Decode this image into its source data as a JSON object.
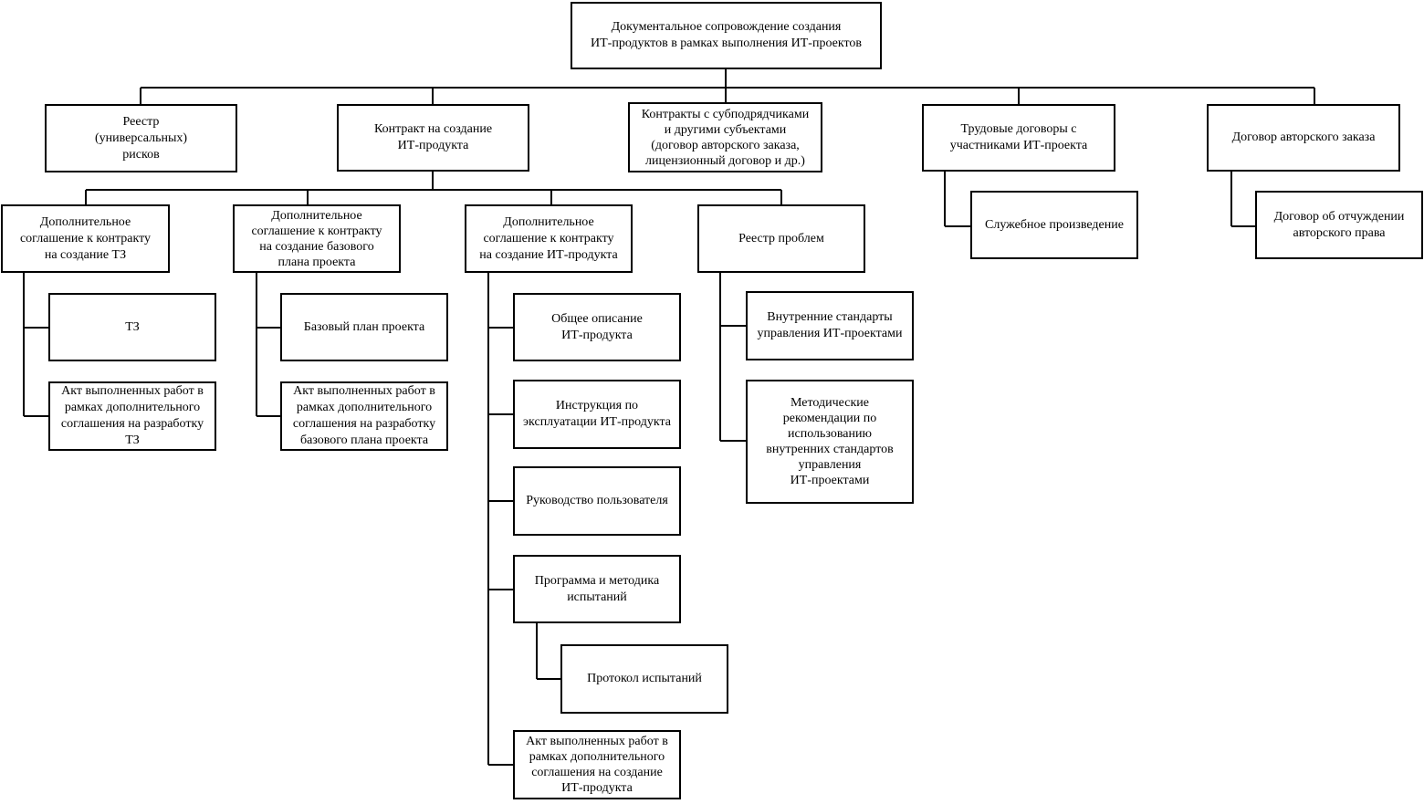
{
  "diagram": {
    "type": "hierarchy",
    "root": "Документальное сопровождение создания\nИТ-продуктов в рамках выполнения ИТ-проектов",
    "level1": {
      "risk_registry": "Реестр\n(универсальных)\nрисков",
      "contract": "Контракт на создание\nИТ-продукта",
      "subcontracts": "Контракты с субподрядчиками\nи другими субъектами\n(договор авторского заказа,\nлицензионный договор и др.)",
      "labor": "Трудовые договоры с\nучастниками ИТ-проекта",
      "author_order": "Договор авторского заказа"
    },
    "level2": {
      "add_tz": "Дополнительное\nсоглашение к контракту\nна создание ТЗ",
      "add_baseline": "Дополнительное\nсоглашение к контракту\nна создание базового\nплана проекта",
      "add_product": "Дополнительное\nсоглашение к контракту\nна создание ИТ-продукта",
      "issues": "Реестр проблем",
      "service_work": "Служебное произведение",
      "alienation": "Договор об отчуждении\nавторского права"
    },
    "level3": {
      "tz": "ТЗ",
      "act_tz": "Акт выполненных работ в\nрамках дополнительного\nсоглашения на разработку\nТЗ",
      "baseline": "Базовый план проекта",
      "act_baseline": "Акт выполненных работ в\nрамках дополнительного\nсоглашения на разработку\nбазового плана проекта",
      "description": "Общее описание\nИТ-продукта",
      "instruction": "Инструкция по\nэксплуатации ИТ-продукта",
      "user_guide": "Руководство пользователя",
      "test_program": "Программа и методика\nиспытаний",
      "test_protocol": "Протокол испытаний",
      "act_product": "Акт выполненных работ в\nрамках дополнительного\nсоглашения на создание\nИТ-продукта",
      "standards": "Внутренние стандарты\nуправления ИТ-проектами",
      "guidelines": "Методические\nрекомендации по\nиспользованию\nвнутренних стандартов\nуправления\nИТ-проектами"
    }
  }
}
